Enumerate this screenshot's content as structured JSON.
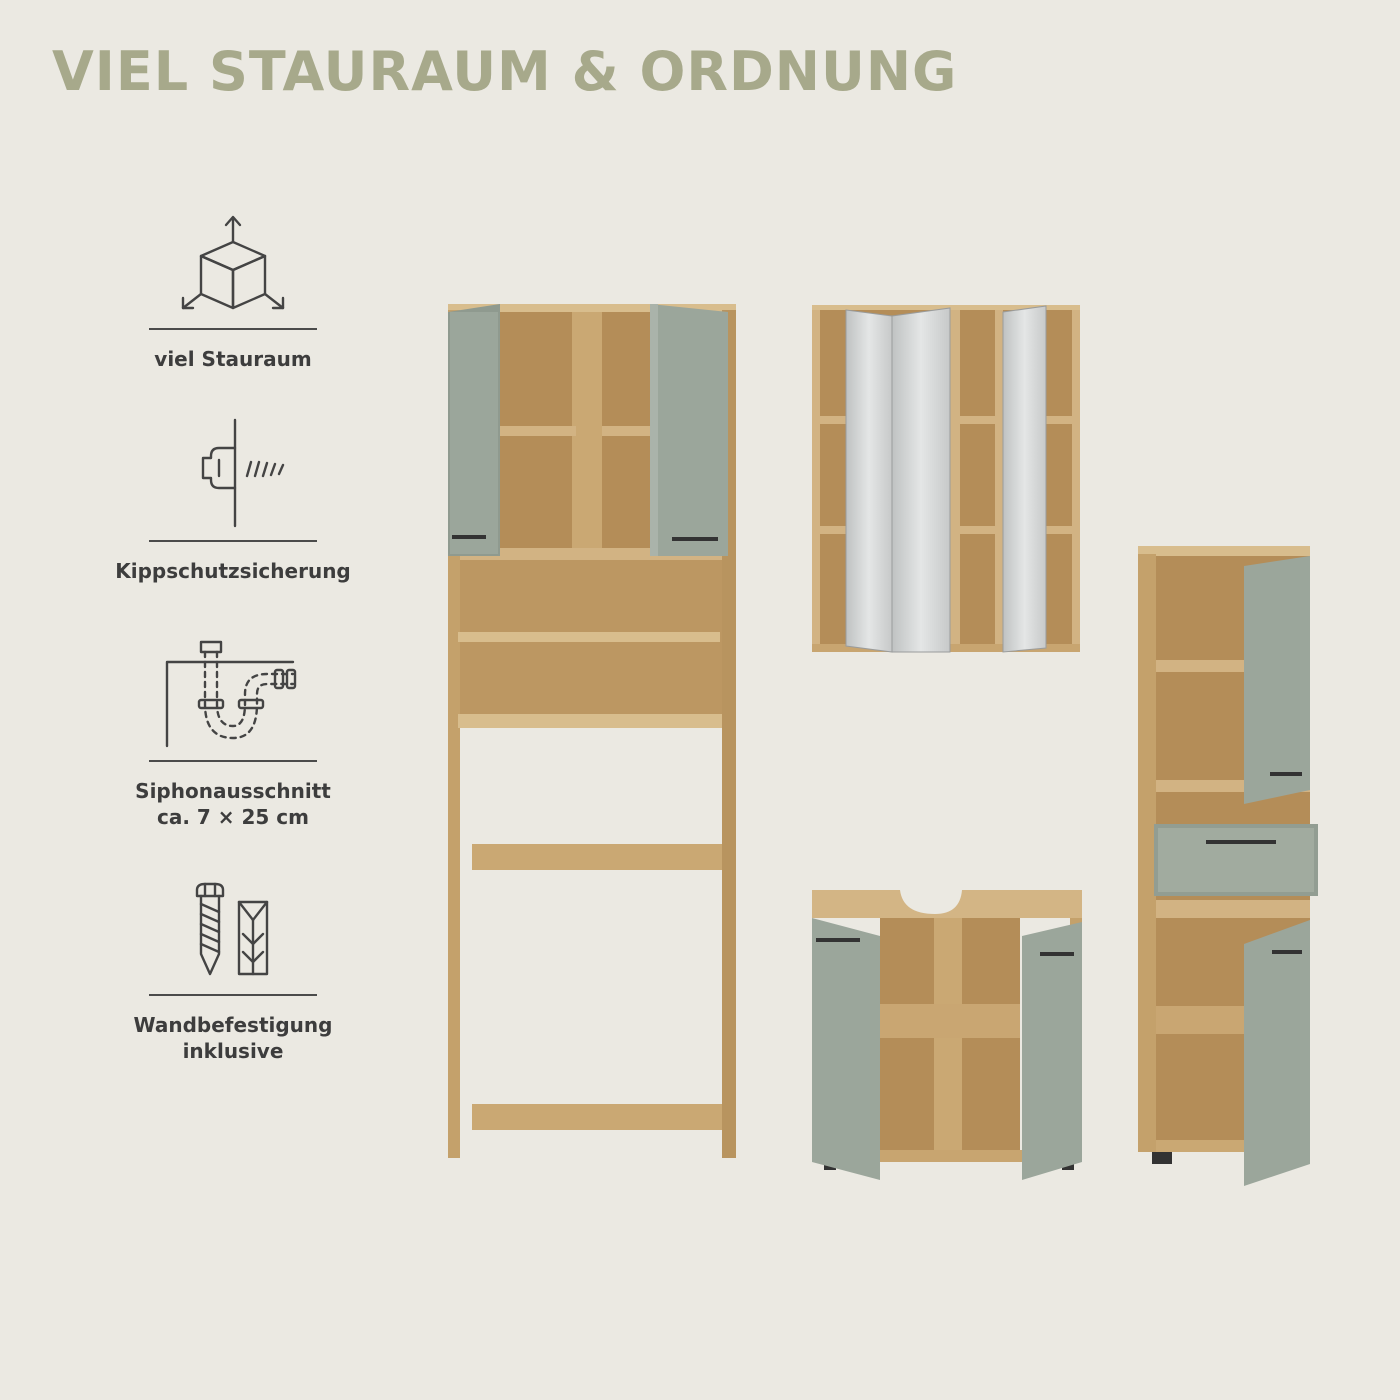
{
  "headline": "VIEL STAURAUM & ORDNUNG",
  "features": [
    {
      "icon": "storage-cube-icon",
      "label": "viel Stauraum"
    },
    {
      "icon": "anti-tip-screw-icon",
      "label": "Kippschutzsicherung"
    },
    {
      "icon": "siphon-icon",
      "label_line1": "Siphonausschnitt",
      "label_line2": "ca. 7 × 25 cm"
    },
    {
      "icon": "wall-mount-icon",
      "label_line1": "Wandbefestigung",
      "label_line2": "inklusive"
    }
  ],
  "colors": {
    "background": "#ebe9e2",
    "headline": "#a7a98b",
    "icon_text": "#3d3d3d",
    "oak": "#c9a873",
    "oak_dark": "#a78553",
    "sage_door": "#9aa59a",
    "mirror": "#d2d4d4"
  }
}
